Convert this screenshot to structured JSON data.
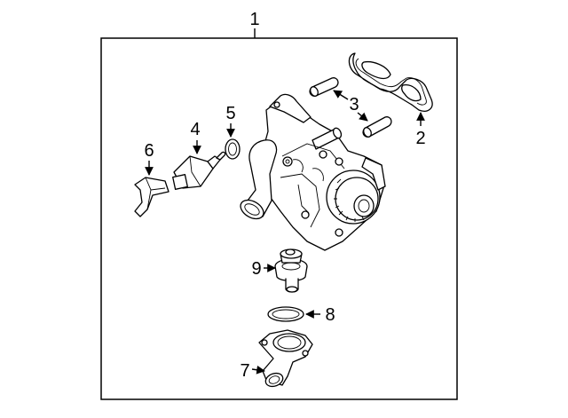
{
  "diagram": {
    "callouts": [
      {
        "id": "1",
        "text": "1"
      },
      {
        "id": "2",
        "text": "2"
      },
      {
        "id": "3",
        "text": "3"
      },
      {
        "id": "4",
        "text": "4"
      },
      {
        "id": "5",
        "text": "5"
      },
      {
        "id": "6",
        "text": "6"
      },
      {
        "id": "7",
        "text": "7"
      },
      {
        "id": "8",
        "text": "8"
      },
      {
        "id": "9",
        "text": "9"
      }
    ],
    "parts": [
      {
        "callout": "1",
        "icon": "water-pump-assembly-icon"
      },
      {
        "callout": "2",
        "icon": "housing-gasket-icon"
      },
      {
        "callout": "3",
        "icon": "dowel-pin-icon"
      },
      {
        "callout": "4",
        "icon": "temperature-sensor-icon"
      },
      {
        "callout": "5",
        "icon": "o-ring-icon"
      },
      {
        "callout": "6",
        "icon": "sensor-clip-icon"
      },
      {
        "callout": "7",
        "icon": "outlet-housing-icon"
      },
      {
        "callout": "8",
        "icon": "o-ring-icon"
      },
      {
        "callout": "9",
        "icon": "thermostat-icon"
      }
    ],
    "colors": {
      "line": "#000000",
      "background": "#ffffff"
    }
  }
}
